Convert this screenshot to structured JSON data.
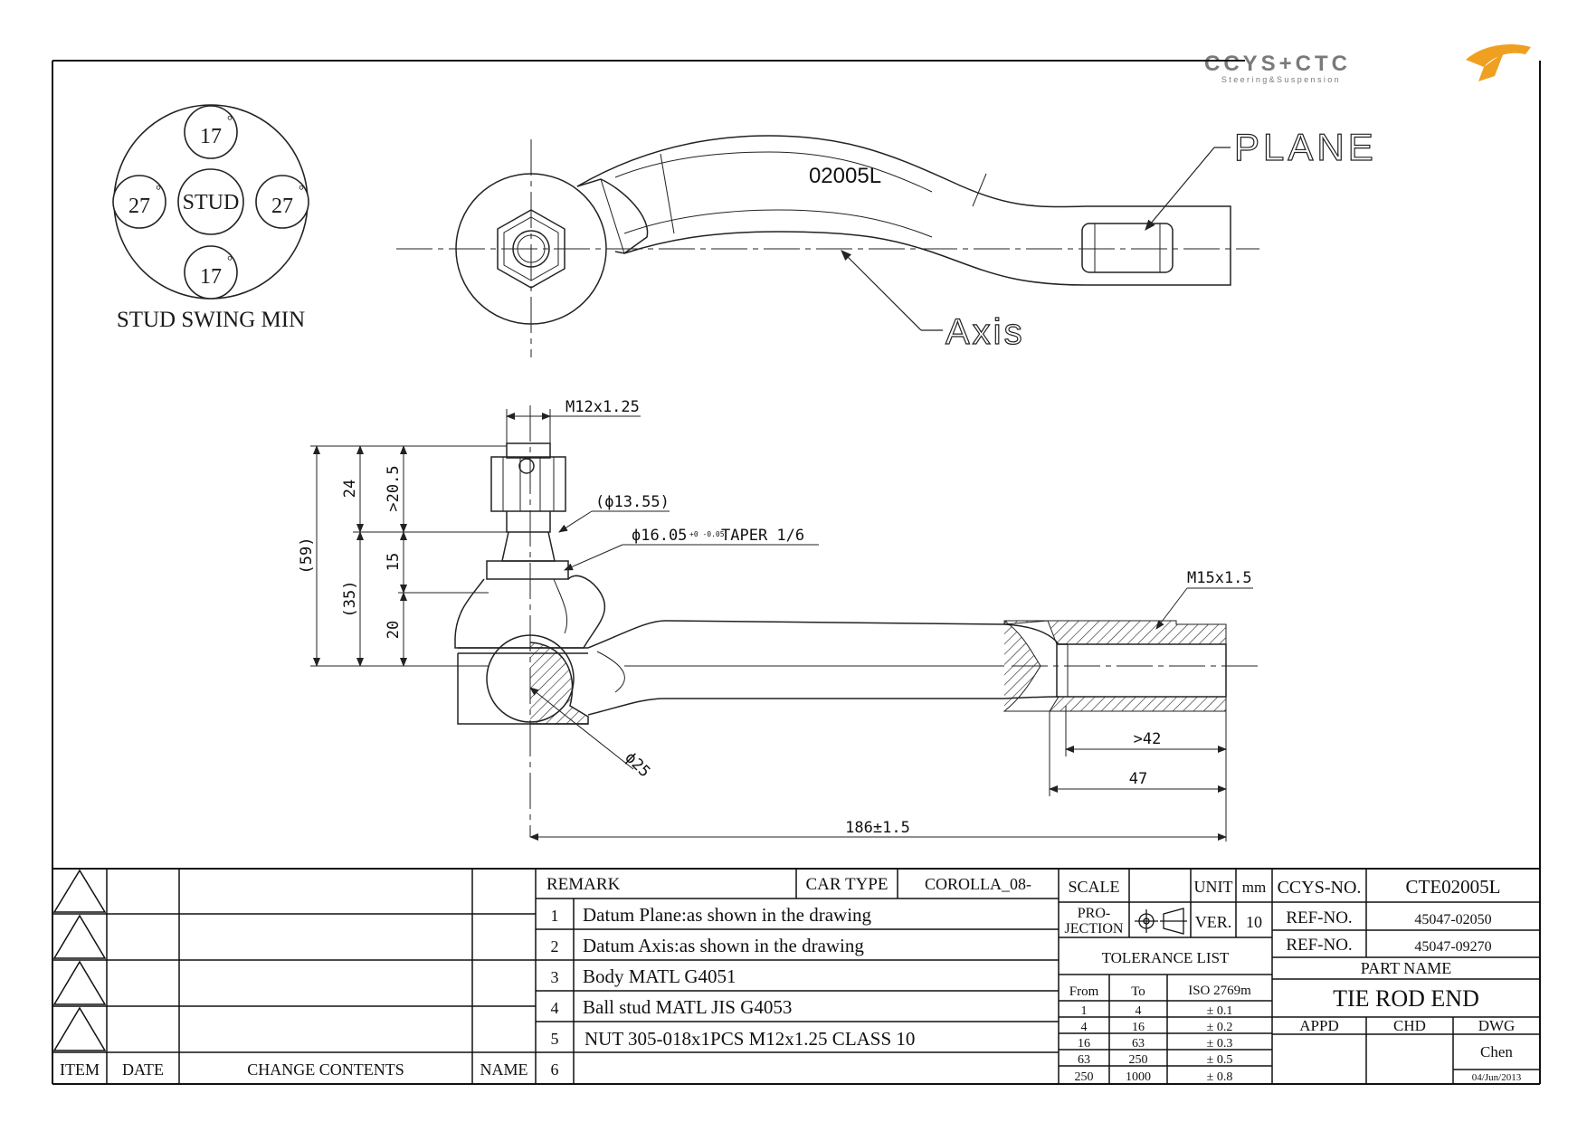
{
  "logo": {
    "wordmark": "CCYS+CTC",
    "tagline": "Steering&Suspension",
    "accent_color": "#f0a020",
    "text_color": "#7a7a7a"
  },
  "stud_swing": {
    "top": "17",
    "bottom": "17",
    "left": "27",
    "right": "27",
    "center": "STUD",
    "degree_mark": "°",
    "caption": "STUD SWING MIN"
  },
  "top_view": {
    "part_mark": "02005L",
    "plane_label": "PLANE",
    "axis_label": "Axis"
  },
  "side_view": {
    "dim_m12": "M12x1.25",
    "dim_d1355": "(ϕ13.55)",
    "dim_taper_base": "ϕ16.05",
    "dim_taper_tol": "+0 -0.05",
    "dim_taper_text": "TAPER 1/6",
    "dim_m15": "M15x1.5",
    "dim_59": "(59)",
    "dim_35": "(35)",
    "dim_24": "24",
    "dim_205": ">20.5",
    "dim_15": "15",
    "dim_20": "20",
    "dim_d25": "ϕ25",
    "dim_42": ">42",
    "dim_47": "47",
    "dim_186": "186±1.5"
  },
  "revisions": {
    "headers": {
      "item": "ITEM",
      "date": "DATE",
      "change": "CHANGE CONTENTS",
      "name": "NAME"
    }
  },
  "remarks": {
    "header": "REMARK",
    "car_type_label": "CAR TYPE",
    "car_type_value": "COROLLA_08-",
    "items": [
      {
        "no": "1",
        "text": "Datum Plane:as shown in the drawing"
      },
      {
        "no": "2",
        "text": "Datum Axis:as shown in the drawing"
      },
      {
        "no": "3",
        "text": "Body MATL G4051"
      },
      {
        "no": "4",
        "text": "Ball stud MATL JIS G4053"
      },
      {
        "no": "5",
        "text": "NUT 305-018x1PCS M12x1.25 CLASS 10"
      },
      {
        "no": "6",
        "text": ""
      }
    ]
  },
  "spec": {
    "scale_label": "SCALE",
    "scale_value": "",
    "unit_label": "UNIT",
    "unit_value": "mm",
    "projection_label_1": "PRO-",
    "projection_label_2": "JECTION",
    "ver_label": "VER.",
    "ver_value": "10",
    "tolerance_title": "TOLERANCE LIST",
    "tol_from": "From",
    "tol_to": "To",
    "tol_std": "ISO 2769m",
    "tolerances": [
      {
        "from": "1",
        "to": "4",
        "tol": "± 0.1"
      },
      {
        "from": "4",
        "to": "16",
        "tol": "± 0.2"
      },
      {
        "from": "16",
        "to": "63",
        "tol": "± 0.3"
      },
      {
        "from": "63",
        "to": "250",
        "tol": "± 0.5"
      },
      {
        "from": "250",
        "to": "1000",
        "tol": "± 0.8"
      }
    ]
  },
  "title_block": {
    "ccys_label": "CCYS-NO.",
    "ccys_value": "CTE02005L",
    "ref1_label": "REF-NO.",
    "ref1_value": "45047-02050",
    "ref2_label": "REF-NO.",
    "ref2_value": "45047-09270",
    "part_name_label": "PART NAME",
    "part_name": "TIE ROD END",
    "appd": "APPD",
    "chd": "CHD",
    "dwg": "DWG",
    "dwg_name": "Chen",
    "dwg_date": "04/Jun/2013"
  }
}
